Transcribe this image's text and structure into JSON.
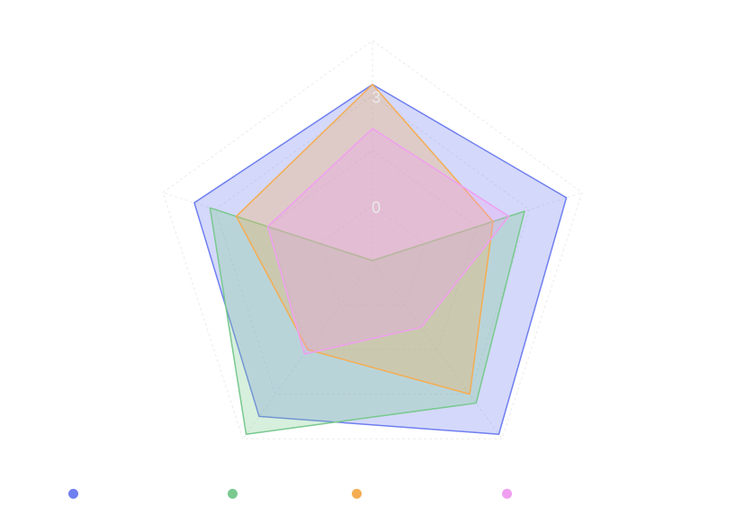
{
  "chart_data": {
    "type": "radar",
    "title": "",
    "axes": [
      "",
      "",
      "",
      "",
      ""
    ],
    "rmax": 4,
    "ticks": [
      {
        "value": 1,
        "label": "0"
      },
      {
        "value": 3,
        "label": "3"
      }
    ],
    "grid": true,
    "legend_position": "bottom",
    "series": [
      {
        "name": "",
        "color": "#6f7ff0",
        "values": [
          3.2,
          3.7,
          3.9,
          3.5,
          3.4
        ]
      },
      {
        "name": "",
        "color": "#79c98f",
        "values": [
          0.0,
          2.9,
          3.2,
          3.9,
          3.1
        ]
      },
      {
        "name": "",
        "color": "#f5ad52",
        "values": [
          3.2,
          2.3,
          3.0,
          2.0,
          2.6
        ]
      },
      {
        "name": "",
        "color": "#f09ef0",
        "values": [
          2.4,
          2.6,
          1.5,
          2.1,
          2.0
        ]
      }
    ]
  }
}
